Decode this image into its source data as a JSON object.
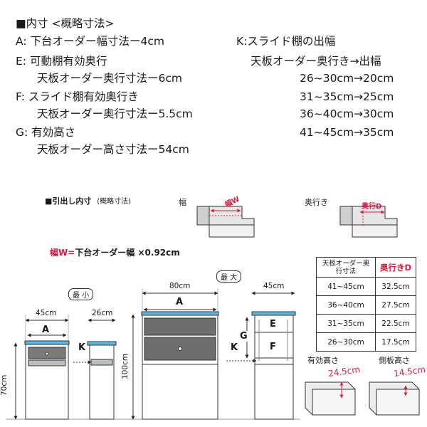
{
  "specs": {
    "heading": "■内寸 <概略寸法>",
    "lines": [
      "A: 下台オーダー幅寸法ー4cm",
      "E: 可動棚有効奥行",
      "天板オーダー奥行寸法ー6cm",
      "F: スライド棚有効奥行き",
      "天板オーダー奥行寸法ー5.5cm",
      "G: 有効高さ",
      "天板オーダー高さ寸法ー54cm"
    ]
  },
  "slide": {
    "heading": "K:スライド棚の出幅",
    "subheading": "天板オーダー奥行き→出幅",
    "rows": [
      "26~30cm→20cm",
      "31~35cm→25cm",
      "36~40cm→30cm",
      "41~45cm→35cm"
    ]
  },
  "drawer": {
    "heading": "■引出し内寸",
    "heading_note": "(概略寸法)",
    "width_label": "幅",
    "depth_label": "奥行き",
    "width_tag": "幅W",
    "depth_tag": "奥行D",
    "formula_red": "幅W=",
    "formula_rest": "下台オーダー幅 ×0.92cm"
  },
  "depth_table": {
    "header_left": "天板オーダー奥行寸法",
    "header_right": "奥行きD",
    "rows": [
      {
        "range": "41~45cm",
        "depth": "32.5cm"
      },
      {
        "range": "36~40cm",
        "depth": "27.5cm"
      },
      {
        "range": "31~35cm",
        "depth": "22.5cm"
      },
      {
        "range": "26~30cm",
        "depth": "17.5cm"
      }
    ]
  },
  "diagram": {
    "min_label": "最 小",
    "max_label": "最 大",
    "w45_left": "45cm",
    "w26": "26cm",
    "w80": "80cm",
    "w45_right": "45cm",
    "h70": "70cm",
    "h100": "100cm",
    "label_a": "A",
    "label_a2": "A",
    "label_k": "K",
    "label_k2": "K",
    "label_e": "E",
    "label_f": "F",
    "label_g": "G"
  },
  "heights": {
    "effective_label": "有効高さ",
    "effective_value": "24.5cm",
    "side_label": "側板高さ",
    "side_value": "14.5cm"
  },
  "colors": {
    "accent": "#e0183c",
    "top_blue": "#5ab6e6",
    "panel_gray": "#6e6e6e"
  }
}
